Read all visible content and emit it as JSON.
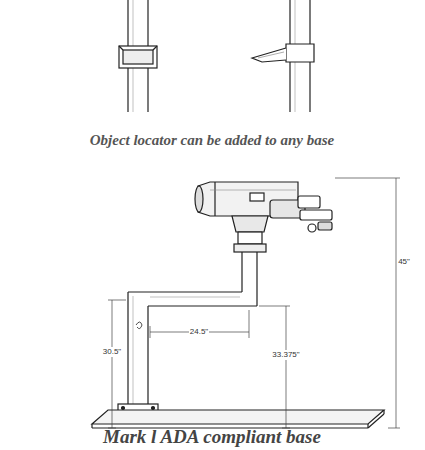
{
  "diagram": {
    "caption": "Mark l ADA compliant base",
    "labels": [
      "Object locator can be added to any base",
      "45\"",
      "24.5\"",
      "30.5\"",
      "33.375\""
    ]
  }
}
